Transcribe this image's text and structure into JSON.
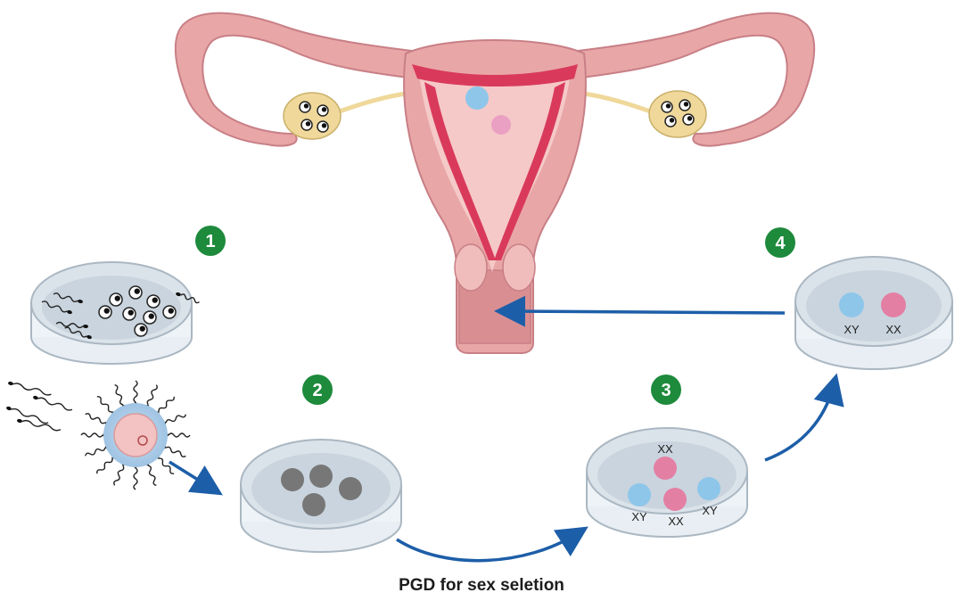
{
  "steps": [
    {
      "number": "1"
    },
    {
      "number": "2"
    },
    {
      "number": "3"
    },
    {
      "number": "4"
    }
  ],
  "dish3_labels": [
    "XX",
    "XY",
    "XX",
    "XY"
  ],
  "dish4_labels": [
    "XY",
    "XX"
  ],
  "caption": "PGD for sex seletion",
  "colors": {
    "step_badge": "#1e8a3c",
    "arrow": "#1d5ea8",
    "uterus": "#e8a7a6",
    "uterus_lining": "#d93a5c",
    "embryo_xy": "#8ec6ea",
    "embryo_xx": "#e47fa4",
    "embryo_gray": "#777777"
  }
}
